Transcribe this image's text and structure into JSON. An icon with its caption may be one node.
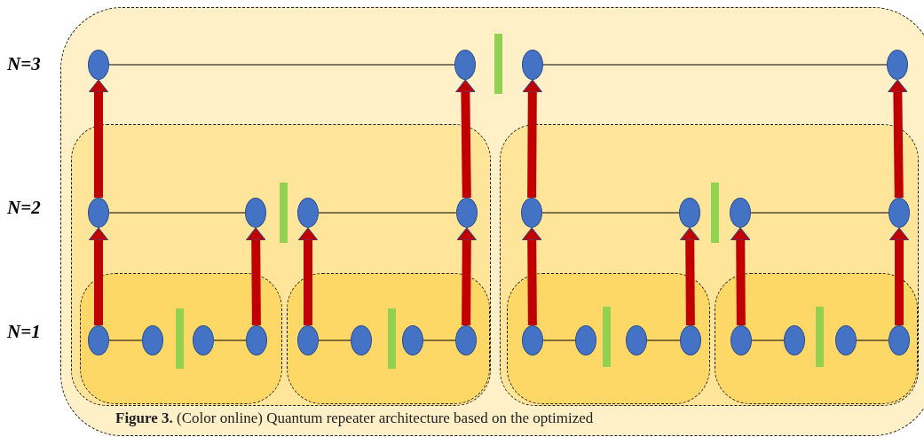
{
  "diagram": {
    "caption": "**Figure 3.** (Color online) Quantum repeater architecture based on the optimized",
    "nodes": [
      {
        "text": [],
        "shape": "box"
      },
      {
        "text": [],
        "shape": "ellipse",
        "in": 0
      },
      {
        "text": [],
        "shape": "ellipse",
        "in": 0
      },
      {
        "text": [],
        "shape": "bar",
        "in": 0
      },
      {
        "text": [],
        "shape": "ellipse",
        "in": 0
      },
      {
        "text": [],
        "shape": "ellipse",
        "in": 0
      },
      {
        "text": [],
        "shape": "box",
        "in": 0
      },
      {
        "text": [],
        "shape": "ellipse",
        "in": 6
      },
      {
        "text": [],
        "shape": "ellipse",
        "in": 6
      },
      {
        "text": [],
        "shape": "bar",
        "in": 6
      },
      {
        "text": [],
        "shape": "ellipse",
        "in": 6
      },
      {
        "text": [],
        "shape": "ellipse",
        "in": 6
      },
      {
        "text": [],
        "shape": "box",
        "in": 6
      },
      {
        "text": [],
        "shape": "ellipse",
        "in": 12
      },
      {
        "text": [],
        "shape": "ellipse",
        "in": 12
      },
      {
        "text": [],
        "shape": "bar",
        "in": 12
      },
      {
        "text": [],
        "shape": "ellipse",
        "in": 12
      },
      {
        "text": [],
        "shape": "ellipse",
        "in": 12
      },
      {
        "text": [],
        "shape": "box",
        "in": 6
      },
      {
        "text": [],
        "shape": "ellipse",
        "in": 18
      },
      {
        "text": [],
        "shape": "ellipse",
        "in": 18
      },
      {
        "text": [],
        "shape": "bar",
        "in": 18
      },
      {
        "text": [],
        "shape": "ellipse",
        "in": 18
      },
      {
        "text": [],
        "shape": "ellipse",
        "in": 18
      },
      {
        "text": [],
        "shape": "box",
        "in": 0
      },
      {
        "text": [],
        "shape": "ellipse",
        "in": 24
      },
      {
        "text": [],
        "shape": "ellipse",
        "in": 24
      },
      {
        "text": [],
        "shape": "bar",
        "in": 24
      },
      {
        "text": [],
        "shape": "ellipse",
        "in": 24
      },
      {
        "text": [],
        "shape": "ellipse",
        "in": 24
      },
      {
        "text": [],
        "shape": "box",
        "in": 24
      },
      {
        "text": [],
        "shape": "ellipse",
        "in": 30
      },
      {
        "text": [],
        "shape": "ellipse",
        "in": 30
      },
      {
        "text": [],
        "shape": "bar",
        "in": 30
      },
      {
        "text": [],
        "shape": "ellipse",
        "in": 30
      },
      {
        "text": [],
        "shape": "ellipse",
        "in": 30
      },
      {
        "text": [],
        "shape": "box",
        "in": 24
      },
      {
        "text": [],
        "shape": "ellipse",
        "in": 36
      },
      {
        "text": [],
        "shape": "ellipse",
        "in": 36
      },
      {
        "text": [],
        "shape": "bar",
        "in": 36
      },
      {
        "text": [],
        "shape": "ellipse",
        "in": 36
      },
      {
        "text": [],
        "shape": "ellipse",
        "in": 36
      }
    ],
    "edges": [
      {
        "from": 1,
        "to": 2,
        "arrow": "none"
      },
      {
        "from": 4,
        "to": 5,
        "arrow": "none"
      },
      {
        "from": 7,
        "to": 8,
        "arrow": "none"
      },
      {
        "from": 10,
        "to": 11,
        "arrow": "none"
      },
      {
        "from": 13,
        "to": 14,
        "arrow": "none"
      },
      {
        "from": 16,
        "to": 17,
        "arrow": "none"
      },
      {
        "from": 19,
        "to": 20,
        "arrow": "none"
      },
      {
        "from": 22,
        "to": 23,
        "arrow": "none"
      },
      {
        "from": 25,
        "to": 26,
        "arrow": "none"
      },
      {
        "from": 28,
        "to": 29,
        "arrow": "none"
      },
      {
        "from": 31,
        "to": 32,
        "arrow": "none"
      },
      {
        "from": 34,
        "to": 35,
        "arrow": "none"
      },
      {
        "from": 37,
        "to": 38,
        "arrow": "none"
      },
      {
        "from": 40,
        "to": 41,
        "arrow": "none"
      },
      {
        "from": 7,
        "to": 1,
        "arrow": "to",
        "style": "thick",
        "color": "#c00000"
      },
      {
        "from": 11,
        "to": 2,
        "arrow": "to",
        "style": "thick",
        "color": "#c00000"
      },
      {
        "from": 25,
        "to": 4,
        "arrow": "to",
        "style": "thick",
        "color": "#c00000"
      },
      {
        "from": 29,
        "to": 5,
        "arrow": "to",
        "style": "thick",
        "color": "#c00000"
      },
      {
        "from": 13,
        "to": 7,
        "arrow": "to",
        "style": "thick",
        "color": "#c00000"
      },
      {
        "from": 17,
        "to": 8,
        "arrow": "to",
        "style": "thick",
        "color": "#c00000"
      },
      {
        "from": 19,
        "to": 10,
        "arrow": "to",
        "style": "thick",
        "color": "#c00000"
      },
      {
        "from": 23,
        "to": 11,
        "arrow": "to",
        "style": "thick",
        "color": "#c00000"
      },
      {
        "from": 31,
        "to": 25,
        "arrow": "to",
        "style": "thick",
        "color": "#c00000"
      },
      {
        "from": 35,
        "to": 26,
        "arrow": "to",
        "style": "thick",
        "color": "#c00000"
      },
      {
        "from": 37,
        "to": 28,
        "arrow": "to",
        "style": "thick",
        "color": "#c00000"
      },
      {
        "from": 41,
        "to": 29,
        "arrow": "to",
        "style": "thick",
        "color": "#c00000"
      }
    ],
    "labels": [
      "N=3",
      "N=2",
      "N=1"
    ]
  }
}
